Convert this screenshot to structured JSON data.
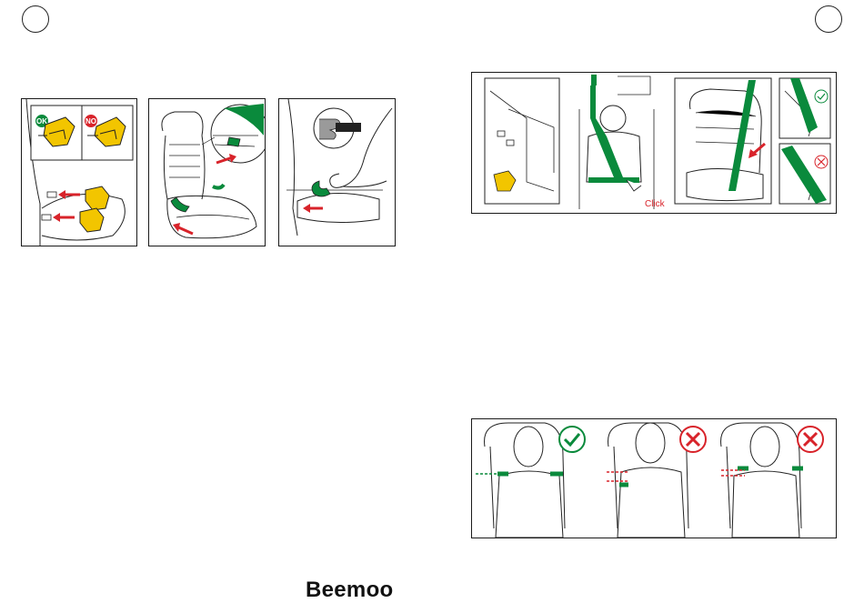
{
  "labels": {
    "ok": "OK",
    "no": "NO",
    "click": "Click"
  },
  "footer": {
    "brand": "Beemoo"
  },
  "colors": {
    "green": "#0a8a3c",
    "red": "#d8232a",
    "yellow": "#f2c500",
    "line": "#222222"
  },
  "icons": {
    "ok_badge": "check-circle-icon",
    "wrong_badge": "x-circle-icon"
  }
}
